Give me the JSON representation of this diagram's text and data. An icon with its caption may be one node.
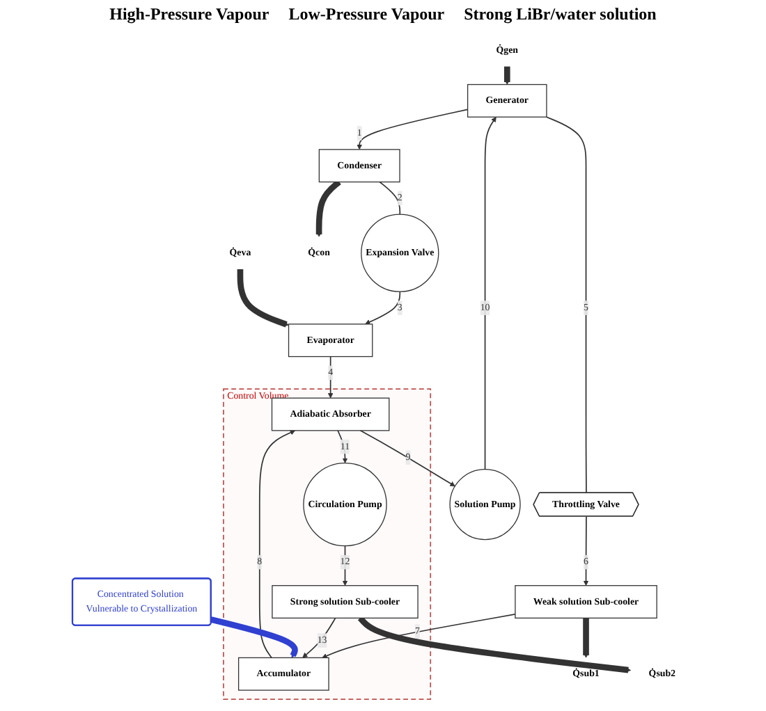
{
  "diagram": {
    "nodes": [
      {
        "text": [
          "Generator"
        ]
      },
      {
        "text": [
          "Condenser"
        ]
      },
      {
        "text": [
          "Expansion Valve"
        ]
      },
      {
        "text": [
          "Evaporator"
        ]
      },
      {
        "text": [
          "Throttling Valve"
        ]
      },
      {
        "text": [
          "Weak solution Sub-cooler"
        ]
      },
      {
        "text": [
          "Control Volume"
        ]
      },
      {
        "text": [
          "Accumulator"
        ],
        "in": 6
      },
      {
        "text": [
          "Strong solution Sub-cooler"
        ],
        "in": 6
      },
      {
        "text": [
          "Adiabatic Absorber"
        ],
        "in": 6
      },
      {
        "text": [
          "Circulation Pump"
        ],
        "in": 6
      },
      {
        "text": [
          "Solution Pump"
        ]
      },
      {
        "text": [
          "Concentrated Solution Vulnerable to Crystallization"
        ]
      },
      {
        "text": [
          "Q̇gen"
        ]
      },
      {
        "text": [
          "Q̇con"
        ]
      },
      {
        "text": [
          "Q̇sub1"
        ]
      },
      {
        "text": [
          "Q̇sub2"
        ]
      },
      {
        "text": [
          "Q̇eva"
        ]
      }
    ],
    "edges": [
      {
        "from": 0,
        "to": 1,
        "arrow": "to",
        "label": "1"
      },
      {
        "from": 1,
        "to": 2,
        "arrow": "none",
        "label": "2"
      },
      {
        "from": 2,
        "to": 3,
        "arrow": "to",
        "label": "3"
      },
      {
        "from": 3,
        "to": 9,
        "arrow": "to",
        "label": "4"
      },
      {
        "from": 0,
        "to": 4,
        "arrow": "none",
        "label": "5"
      },
      {
        "from": 4,
        "to": 5,
        "arrow": "to",
        "label": "6"
      },
      {
        "from": 5,
        "to": 7,
        "arrow": "to",
        "label": "7"
      },
      {
        "from": 7,
        "to": 9,
        "arrow": "to",
        "label": "8"
      },
      {
        "from": 9,
        "to": 11,
        "arrow": "to",
        "label": "9"
      },
      {
        "from": 11,
        "to": 0,
        "arrow": "to",
        "label": "10"
      },
      {
        "from": 9,
        "to": 10,
        "arrow": "to",
        "label": "11"
      },
      {
        "from": 10,
        "to": 8,
        "arrow": "to",
        "label": "12"
      },
      {
        "from": 8,
        "to": 7,
        "arrow": "to",
        "label": "13"
      },
      {
        "from": 13,
        "to": 0,
        "arrow": "to",
        "style": "thick"
      },
      {
        "from": 1,
        "to": 14,
        "arrow": "to",
        "style": "thick"
      },
      {
        "from": 5,
        "to": 15,
        "arrow": "to",
        "style": "thick"
      },
      {
        "from": 8,
        "to": 16,
        "arrow": "to",
        "style": "thick"
      },
      {
        "from": 17,
        "to": 3,
        "arrow": "to",
        "style": "thick"
      },
      {
        "from": 12,
        "to": 7,
        "arrow": "to",
        "style": "thick",
        "color": "#3040d0"
      }
    ],
    "labels": [
      "High-Pressure Vapour",
      "Low-Pressure Vapour",
      "Strong LiBr/water solution"
    ]
  }
}
